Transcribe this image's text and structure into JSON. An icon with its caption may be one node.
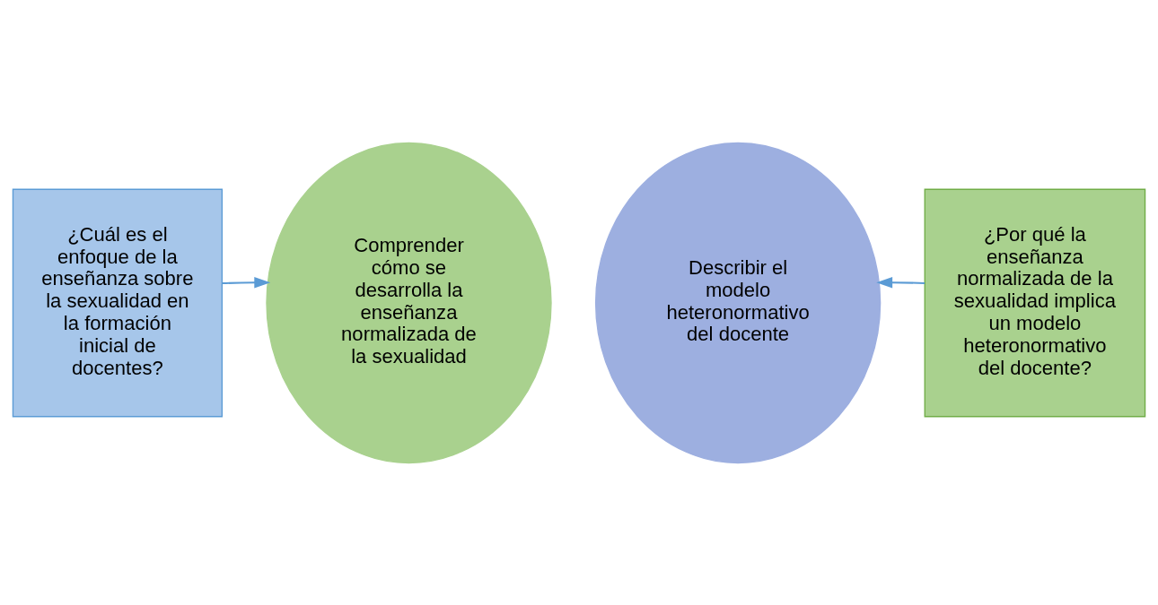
{
  "diagram": {
    "nodes": [
      {
        "text": [
          "¿Cuál es el enfoque de la enseñanza sobre la sexualidad en la formación inicial de docentes?"
        ]
      },
      {
        "text": [
          "Comprender cómo se desarrolla la enseñanza normalizada de la sexualidad"
        ]
      },
      {
        "text": [
          "Describir el modelo heteronormativo del docente"
        ]
      },
      {
        "text": [
          "¿Por qué la enseñanza normalizada de la sexualidad implica un modelo heteronormativo del docente?"
        ]
      }
    ],
    "edges": [
      {
        "from": 0,
        "to": 1,
        "arrow": "to"
      },
      {
        "from": 3,
        "to": 2,
        "arrow": "to"
      }
    ]
  }
}
